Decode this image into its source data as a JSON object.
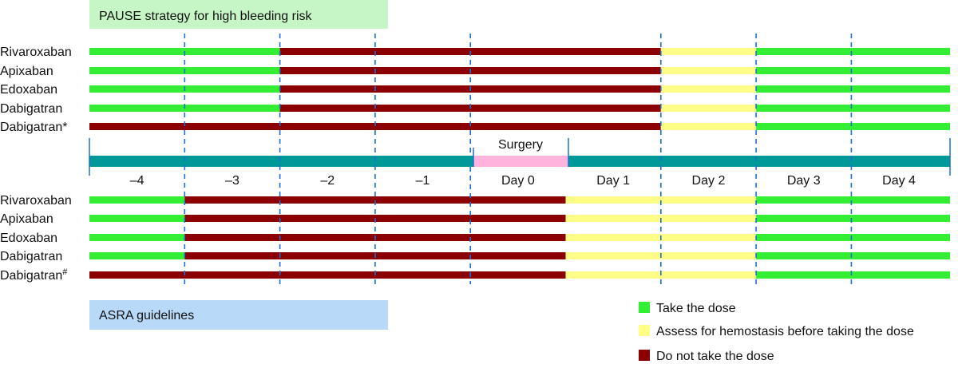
{
  "pause_title": "PAUSE strategy for high bleeding risk",
  "asra_title": "ASRA guidelines",
  "surgery_label": "Surgery",
  "days": [
    "–4",
    "–3",
    "–2",
    "–1",
    "Day 0",
    "Day 1",
    "Day 2",
    "Day 3",
    "Day 4"
  ],
  "colors": {
    "take": "#33ee33",
    "assess": "#ffff88",
    "no_take": "#8b0000",
    "timeline": "#009999",
    "surgery": "#ffb3dd",
    "pause_box": "#c6f5c6",
    "asra_box": "#b8d9f8",
    "divider": "#1f6fd0"
  },
  "legend": [
    {
      "label": "Take the dose",
      "status": "take"
    },
    {
      "label": "Assess for hemostasis before taking the dose",
      "status": "assess"
    },
    {
      "label": "Do not take the dose",
      "status": "no_take"
    }
  ],
  "pause_rows": [
    {
      "drug": "Rivaroxaban",
      "sup": "",
      "segments": [
        {
          "from": -5,
          "to": -3,
          "status": "take"
        },
        {
          "from": -3,
          "to": 1,
          "status": "no_take"
        },
        {
          "from": 1,
          "to": 2,
          "status": "assess"
        },
        {
          "from": 2,
          "to": 4,
          "status": "take"
        }
      ]
    },
    {
      "drug": "Apixaban",
      "sup": "",
      "segments": [
        {
          "from": -5,
          "to": -3,
          "status": "take"
        },
        {
          "from": -3,
          "to": 1,
          "status": "no_take"
        },
        {
          "from": 1,
          "to": 2,
          "status": "assess"
        },
        {
          "from": 2,
          "to": 4,
          "status": "take"
        }
      ]
    },
    {
      "drug": "Edoxaban",
      "sup": "",
      "segments": [
        {
          "from": -5,
          "to": -3,
          "status": "take"
        },
        {
          "from": -3,
          "to": 1,
          "status": "no_take"
        },
        {
          "from": 1,
          "to": 2,
          "status": "assess"
        },
        {
          "from": 2,
          "to": 4,
          "status": "take"
        }
      ]
    },
    {
      "drug": "Dabigatran",
      "sup": "",
      "segments": [
        {
          "from": -5,
          "to": -3,
          "status": "take"
        },
        {
          "from": -3,
          "to": 1,
          "status": "no_take"
        },
        {
          "from": 1,
          "to": 2,
          "status": "assess"
        },
        {
          "from": 2,
          "to": 4,
          "status": "take"
        }
      ]
    },
    {
      "drug": "Dabigatran*",
      "sup": "",
      "segments": [
        {
          "from": -5,
          "to": 1,
          "status": "no_take"
        },
        {
          "from": 1,
          "to": 2,
          "status": "assess"
        },
        {
          "from": 2,
          "to": 4,
          "status": "take"
        }
      ]
    }
  ],
  "asra_rows": [
    {
      "drug": "Rivaroxaban",
      "sup": "",
      "segments": [
        {
          "from": -5,
          "to": -4,
          "status": "take"
        },
        {
          "from": -4,
          "to": 0,
          "status": "no_take"
        },
        {
          "from": 0,
          "to": 2,
          "status": "assess"
        },
        {
          "from": 2,
          "to": 4,
          "status": "take"
        }
      ]
    },
    {
      "drug": "Apixaban",
      "sup": "",
      "segments": [
        {
          "from": -5,
          "to": -4,
          "status": "take"
        },
        {
          "from": -4,
          "to": 0,
          "status": "no_take"
        },
        {
          "from": 0,
          "to": 2,
          "status": "assess"
        },
        {
          "from": 2,
          "to": 4,
          "status": "take"
        }
      ]
    },
    {
      "drug": "Edoxaban",
      "sup": "",
      "segments": [
        {
          "from": -5,
          "to": -4,
          "status": "take"
        },
        {
          "from": -4,
          "to": 0,
          "status": "no_take"
        },
        {
          "from": 0,
          "to": 2,
          "status": "assess"
        },
        {
          "from": 2,
          "to": 4,
          "status": "take"
        }
      ]
    },
    {
      "drug": "Dabigatran",
      "sup": "",
      "segments": [
        {
          "from": -5,
          "to": -4,
          "status": "take"
        },
        {
          "from": -4,
          "to": 0,
          "status": "no_take"
        },
        {
          "from": 0,
          "to": 2,
          "status": "assess"
        },
        {
          "from": 2,
          "to": 4,
          "status": "take"
        }
      ]
    },
    {
      "drug": "Dabigatran",
      "sup": "#",
      "segments": [
        {
          "from": -5,
          "to": 0,
          "status": "no_take"
        },
        {
          "from": 0,
          "to": 2,
          "status": "assess"
        },
        {
          "from": 2,
          "to": 4,
          "status": "take"
        }
      ]
    }
  ]
}
